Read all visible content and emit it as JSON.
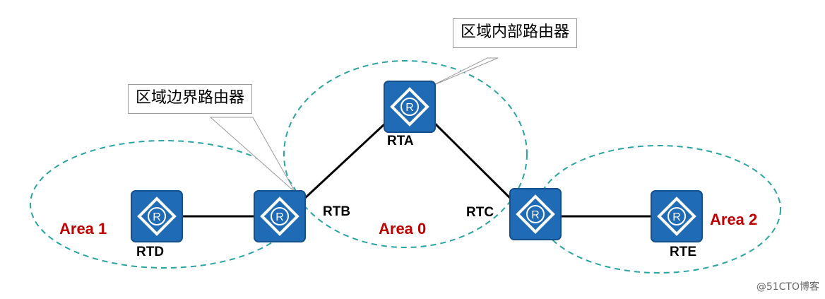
{
  "areas": [
    {
      "id": "area0",
      "label": "Area 0"
    },
    {
      "id": "area1",
      "label": "Area 1"
    },
    {
      "id": "area2",
      "label": "Area 2"
    }
  ],
  "routers": [
    {
      "id": "rta",
      "label": "RTA",
      "icon_glyph": "R"
    },
    {
      "id": "rtb",
      "label": "RTB",
      "icon_glyph": "R"
    },
    {
      "id": "rtc",
      "label": "RTC",
      "icon_glyph": "R"
    },
    {
      "id": "rtd",
      "label": "RTD",
      "icon_glyph": "R"
    },
    {
      "id": "rte",
      "label": "RTE",
      "icon_glyph": "R"
    }
  ],
  "links": [
    {
      "from": "rtd",
      "to": "rtb"
    },
    {
      "from": "rtb",
      "to": "rta"
    },
    {
      "from": "rta",
      "to": "rtc"
    },
    {
      "from": "rtc",
      "to": "rte"
    }
  ],
  "callouts": {
    "internal": {
      "text": "区域内部路由器"
    },
    "border": {
      "text": "区域边界路由器"
    }
  },
  "watermark": "@51CTO博客",
  "colors": {
    "router_fill": "#1f6bb5",
    "router_fill_dark": "#15508c",
    "area_dash": "#2aa3a3",
    "area_label": "#c00000",
    "link": "#000000"
  }
}
